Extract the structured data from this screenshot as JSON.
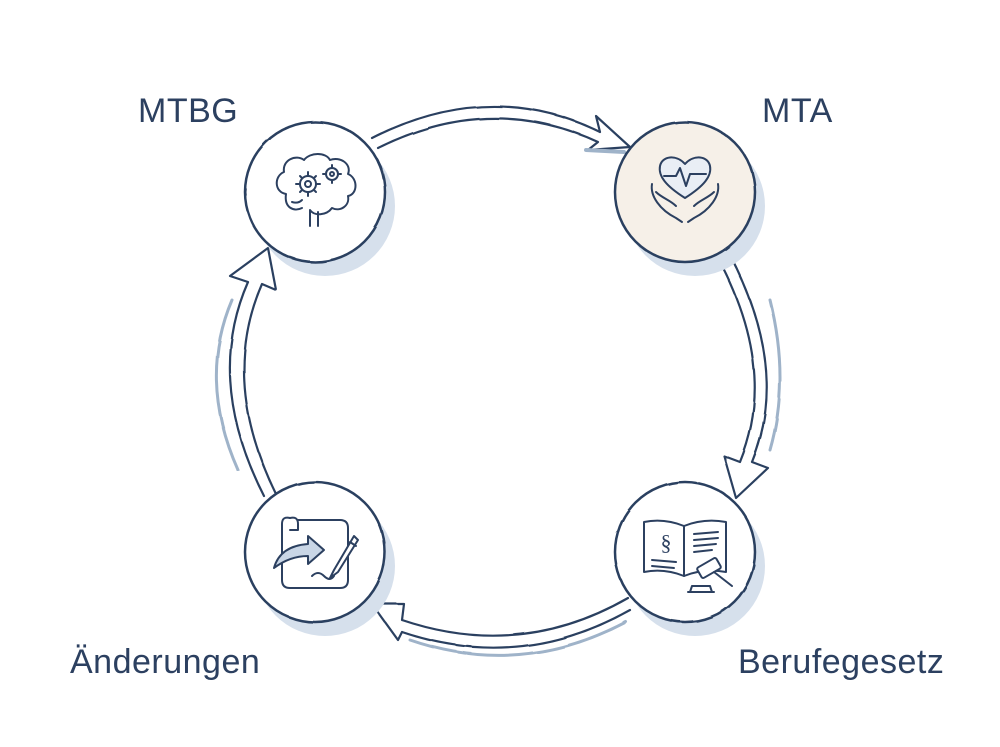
{
  "nodes": [
    {
      "id": "mtbg",
      "label": "MTBG",
      "icon": "brain-gears-icon",
      "highlight": false
    },
    {
      "id": "mta",
      "label": "MTA",
      "icon": "heart-in-hands-icon",
      "highlight": true
    },
    {
      "id": "berufegesetz",
      "label": "Berufegesetz",
      "icon": "law-book-gavel-icon",
      "highlight": false
    },
    {
      "id": "aenderungen",
      "label": "Änderungen",
      "icon": "document-change-icon",
      "highlight": false
    }
  ],
  "cycle_direction": "clockwise",
  "colors": {
    "ink": "#2c4060",
    "shade": "#d6e0ec",
    "highlight_fill": "#f6f0e8",
    "node_fill": "#ffffff"
  }
}
